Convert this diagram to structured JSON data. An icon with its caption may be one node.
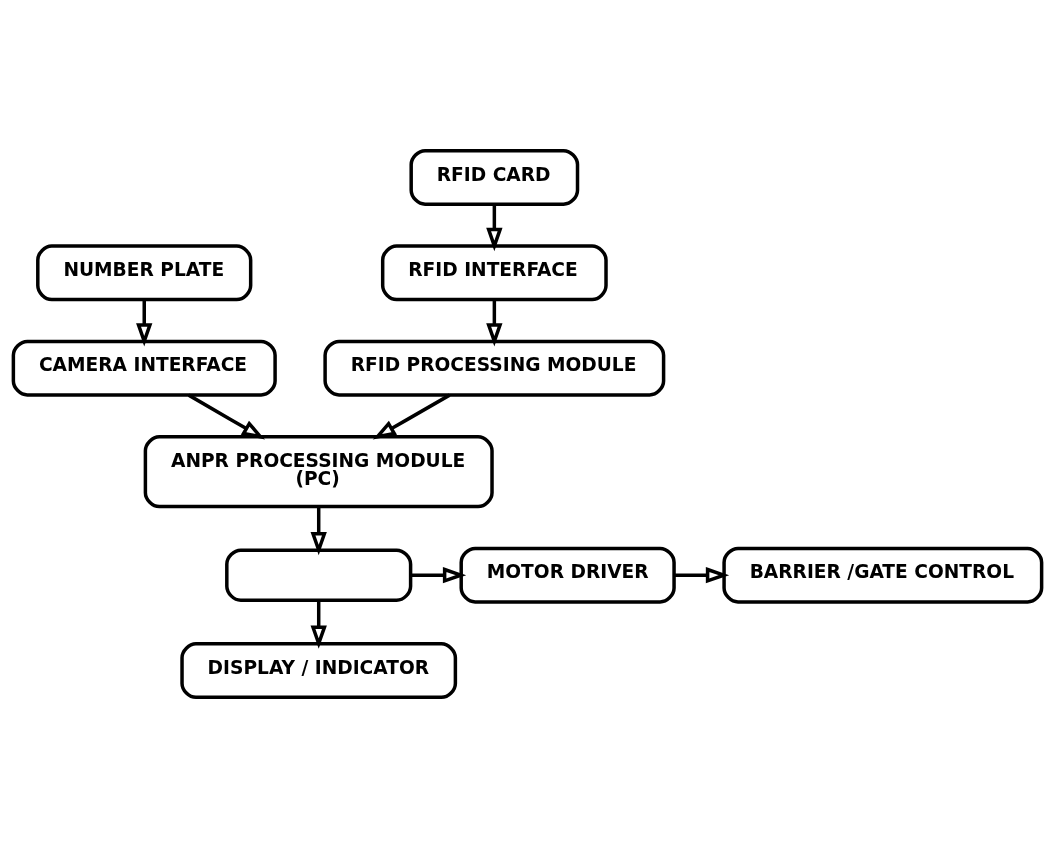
{
  "diagram": {
    "nodes": [
      {
        "text": [
          "NUMBER PLATE"
        ]
      },
      {
        "text": [
          "CAMERA INTERFACE"
        ]
      },
      {
        "text": [
          "ANPR PROCESSING MODULE",
          "(PC)"
        ]
      },
      {
        "text": [
          "RFID CARD"
        ]
      },
      {
        "text": [
          "RFID INTERFACE"
        ]
      },
      {
        "text": [
          "RFID PROCESSING MODULE"
        ]
      },
      {
        "text": [],
        "shape": "box"
      },
      {
        "text": [
          "MOTOR DRIVER"
        ]
      },
      {
        "text": [
          "BARRIER /GATE CONTROL"
        ]
      },
      {
        "text": [
          "DISPLAY / INDICATOR"
        ]
      }
    ],
    "edges": [
      {
        "from": 0,
        "to": 1,
        "arrow": "to"
      },
      {
        "from": 1,
        "to": 2,
        "arrow": "to"
      },
      {
        "from": 3,
        "to": 4,
        "arrow": "to"
      },
      {
        "from": 4,
        "to": 5,
        "arrow": "to"
      },
      {
        "from": 5,
        "to": 2,
        "arrow": "to"
      },
      {
        "from": 2,
        "to": 6,
        "arrow": "to"
      },
      {
        "from": 6,
        "to": 7,
        "arrow": "to"
      },
      {
        "from": 7,
        "to": 8,
        "arrow": "to"
      },
      {
        "from": 6,
        "to": 9,
        "arrow": "to"
      }
    ]
  }
}
